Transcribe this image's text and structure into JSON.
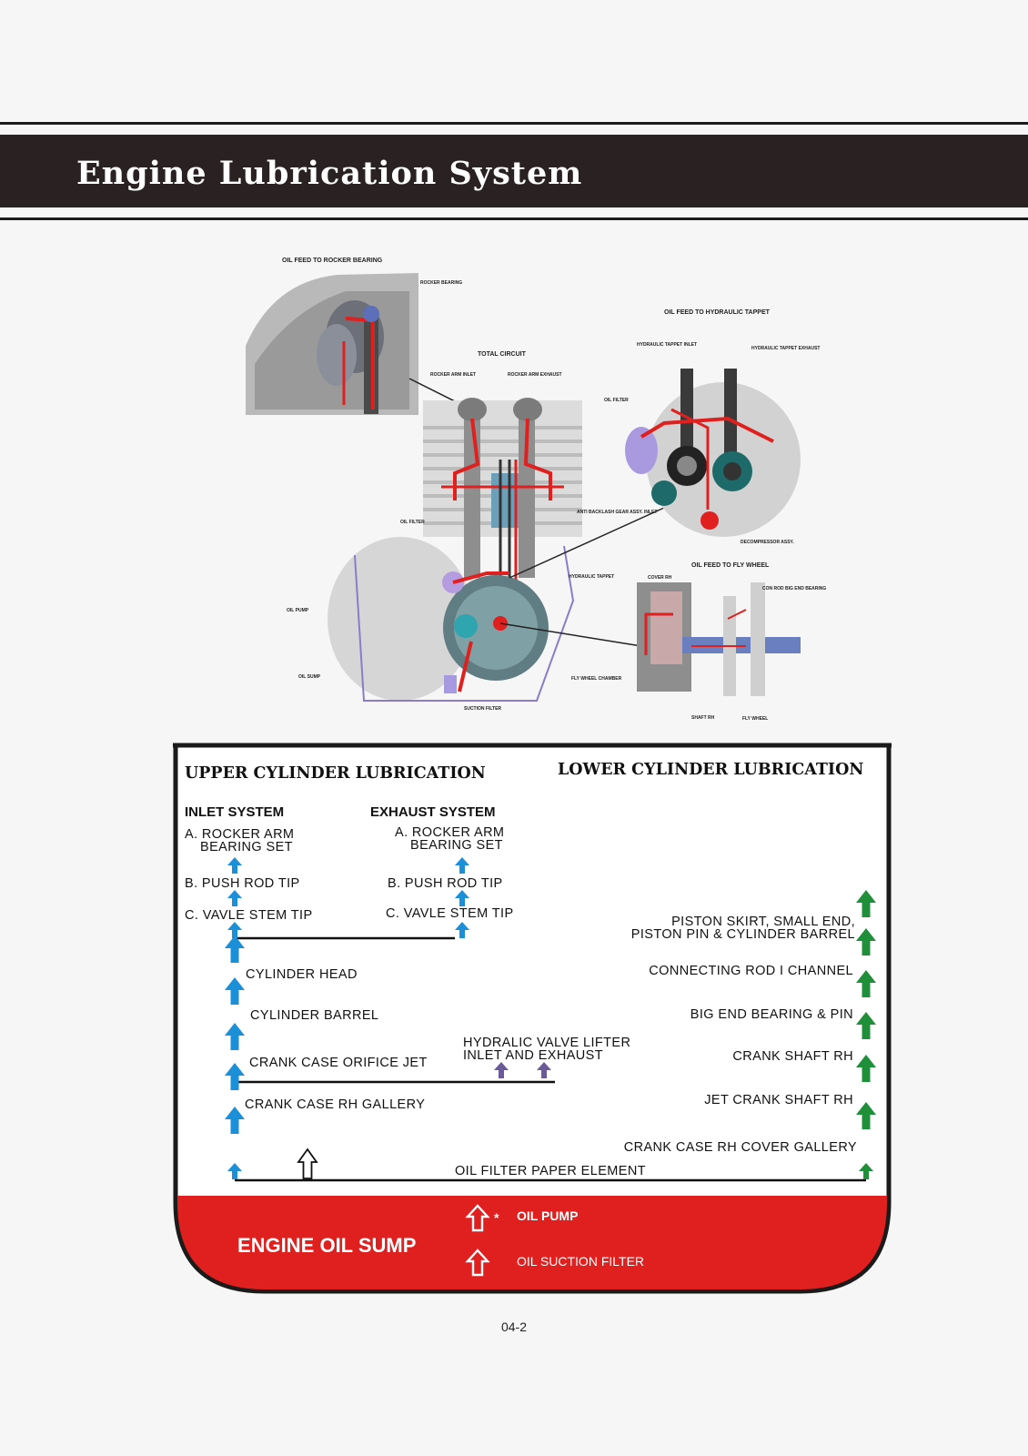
{
  "header": {
    "title": "Engine Lubrication System"
  },
  "diagram_labels": {
    "rocker_feed": "OIL FEED TO ROCKER BEARING",
    "rocker_bearing": "ROCKER BEARING",
    "total_circuit": "TOTAL CIRCUIT",
    "rocker_inlet": "ROCKER ARM INLET",
    "rocker_exhaust": "ROCKER ARM EXHAUST",
    "tappet_feed": "OIL FEED TO HYDRAULIC TAPPET",
    "tappet_inlet": "HYDRAULIC TAPPET INLET",
    "tappet_exhaust": "HYDRAULIC TAPPET EXHAUST",
    "oil_filter_r": "OIL FILTER",
    "backlash": "ANTI BACKLASH GEAR ASSY. INLET",
    "decompressor": "DECOMPRESSOR ASSY.",
    "oil_filter": "OIL FILTER",
    "hyd_tappet": "HYDRAULIC TAPPET",
    "oil_pump": "OIL PUMP",
    "oil_sump": "OIL SUMP",
    "suction_filter": "SUCTION FILTER",
    "fly_chamber": "FLY WHEEL CHAMBER",
    "fly_feed": "OIL FEED TO FLY WHEEL",
    "cover_rh": "COVER RH",
    "con_rod": "CON ROD BIG END BEARING",
    "shaft_rh": "SHAFT RH",
    "fly_wheel": "FLY WHEEL"
  },
  "flow": {
    "upper_title": "UPPER CYLINDER LUBRICATION",
    "lower_title": "LOWER CYLINDER LUBRICATION",
    "inlet_title": "INLET SYSTEM",
    "exhaust_title": "EXHAUST SYSTEM",
    "inlet_a1": "A. ROCKER ARM",
    "inlet_a2": "BEARING SET",
    "inlet_b": "B. PUSH ROD TIP",
    "inlet_c": "C. VAVLE STEM TIP",
    "exh_a1": "A. ROCKER ARM",
    "exh_a2": "BEARING SET",
    "exh_b": "B. PUSH ROD TIP",
    "exh_c": "C. VAVLE STEM TIP",
    "cyl_head": "CYLINDER HEAD",
    "cyl_barrel": "CYLINDER BARREL",
    "orifice": "CRANK CASE ORIFICE JET",
    "gallery": "CRANK CASE RH GALLERY",
    "hydraulic1": "HYDRALIC VALVE LIFTER",
    "hydraulic2": "INLET AND EXHAUST",
    "piston1": "PISTON SKIRT, SMALL END,",
    "piston2": "PISTON PIN & CYLINDER BARREL",
    "conrod": "CONNECTING ROD I CHANNEL",
    "bigend": "BIG END BEARING &  PIN",
    "crankshaft": "CRANK SHAFT RH",
    "jet": "JET CRANK SHAFT RH",
    "cover_gallery": "CRANK CASE RH COVER GALLERY",
    "paper": "OIL FILTER PAPER ELEMENT",
    "sump": "ENGINE OIL SUMP",
    "oil_pump": "OIL PUMP",
    "star": "*",
    "suction": "OIL SUCTION FILTER"
  },
  "colors": {
    "blue": "#1b8fd8",
    "green": "#1f8f3a",
    "purple": "#6a5a9a",
    "red": "#e01f1f",
    "banner": "#2a2222"
  },
  "page": {
    "number": "04-2"
  }
}
